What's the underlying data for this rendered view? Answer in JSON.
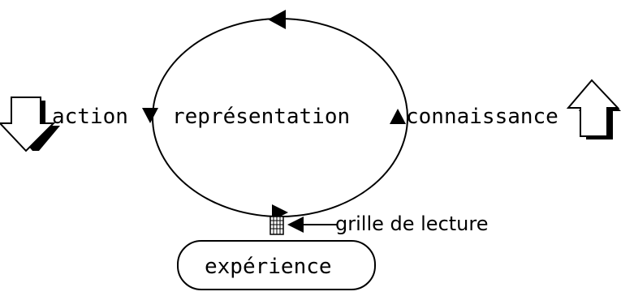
{
  "diagram": {
    "labels": {
      "action": "action",
      "representation": "représentation",
      "connaissance": "connaissance",
      "grille": "grille de lecture",
      "experience": "expérience"
    },
    "colors": {
      "stroke": "#000000",
      "background": "#ffffff"
    },
    "icons": {
      "left": "hollow-down-arrow-icon",
      "right": "hollow-up-arrow-icon",
      "grid": "grid-icon"
    }
  }
}
